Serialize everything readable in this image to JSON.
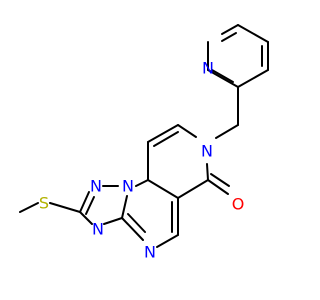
{
  "structure": {
    "atom_labels": {
      "s_methylthio": "S",
      "n_triazole_1": "N",
      "n_triazole_2": "N",
      "n_triazole_3": "N",
      "n_pyrimidine": "N",
      "n_pyridinone": "N",
      "o_carbonyl": "O",
      "n_pyridine": "N"
    },
    "colors": {
      "bond": "#000000",
      "nitrogen": "#0000ff",
      "oxygen": "#ff0000",
      "sulfur": "#b2b200"
    }
  }
}
